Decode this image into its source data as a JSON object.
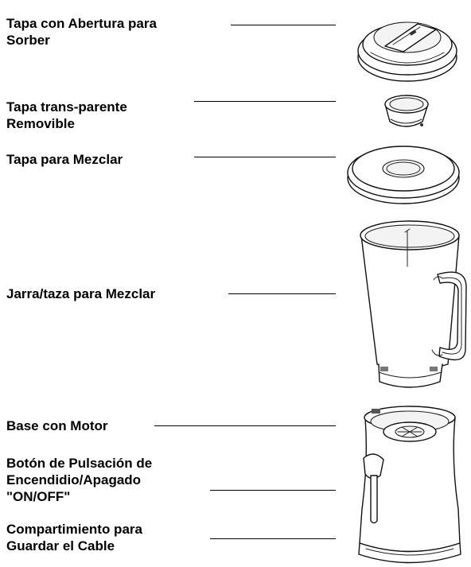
{
  "parts": [
    {
      "id": "sip-lid",
      "lines": [
        "Tapa con Abertura para",
        "Sorber"
      ]
    },
    {
      "id": "removable-cap",
      "lines": [
        "Tapa trans-parente",
        "Removible"
      ]
    },
    {
      "id": "mixing-lid",
      "lines": [
        "Tapa para Mezclar"
      ]
    },
    {
      "id": "jar",
      "lines": [
        "Jarra/taza  para Mezclar"
      ]
    },
    {
      "id": "motor-base",
      "lines": [
        "Base con Motor"
      ]
    },
    {
      "id": "power-button",
      "lines": [
        "Botón de Pulsación de",
        "Encendidio/Apagado",
        "\"ON/OFF\""
      ]
    },
    {
      "id": "cord-storage",
      "lines": [
        "Compartimiento para",
        "Guardar el Cable"
      ]
    }
  ]
}
